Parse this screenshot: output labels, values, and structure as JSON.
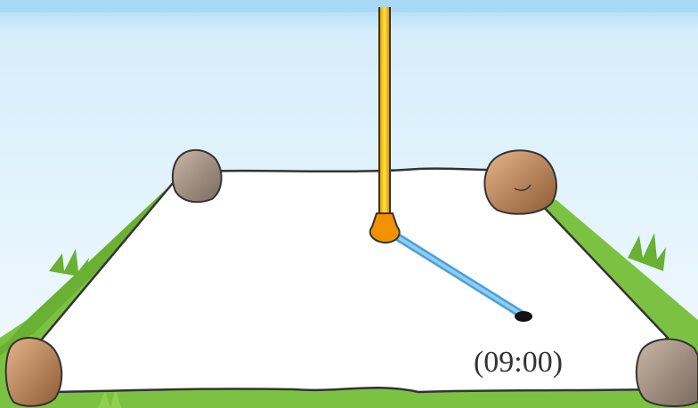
{
  "scene": {
    "shadow_time_label": "(09:00)",
    "colors": {
      "sky_top": "#a9d9f5",
      "sky_bottom": "#eef8fd",
      "grass": "#7cc242",
      "grass_dark": "#5aa02c",
      "sheet": "#ffffff",
      "pole": "#ffd21f",
      "pole_base": "#f39200",
      "shadow": "#6bb6e6",
      "shadow_mark": "#111111",
      "rock_brown": "#a87a52",
      "rock_gray": "#9a8a7e"
    },
    "icons": {
      "pole": "stick-pole",
      "pole_base": "pole-base",
      "shadow": "shadow-line",
      "mark": "shadow-tip-mark",
      "rocks": [
        "rock-back-left",
        "rock-back-right",
        "rock-front-left",
        "rock-front-right"
      ]
    }
  }
}
